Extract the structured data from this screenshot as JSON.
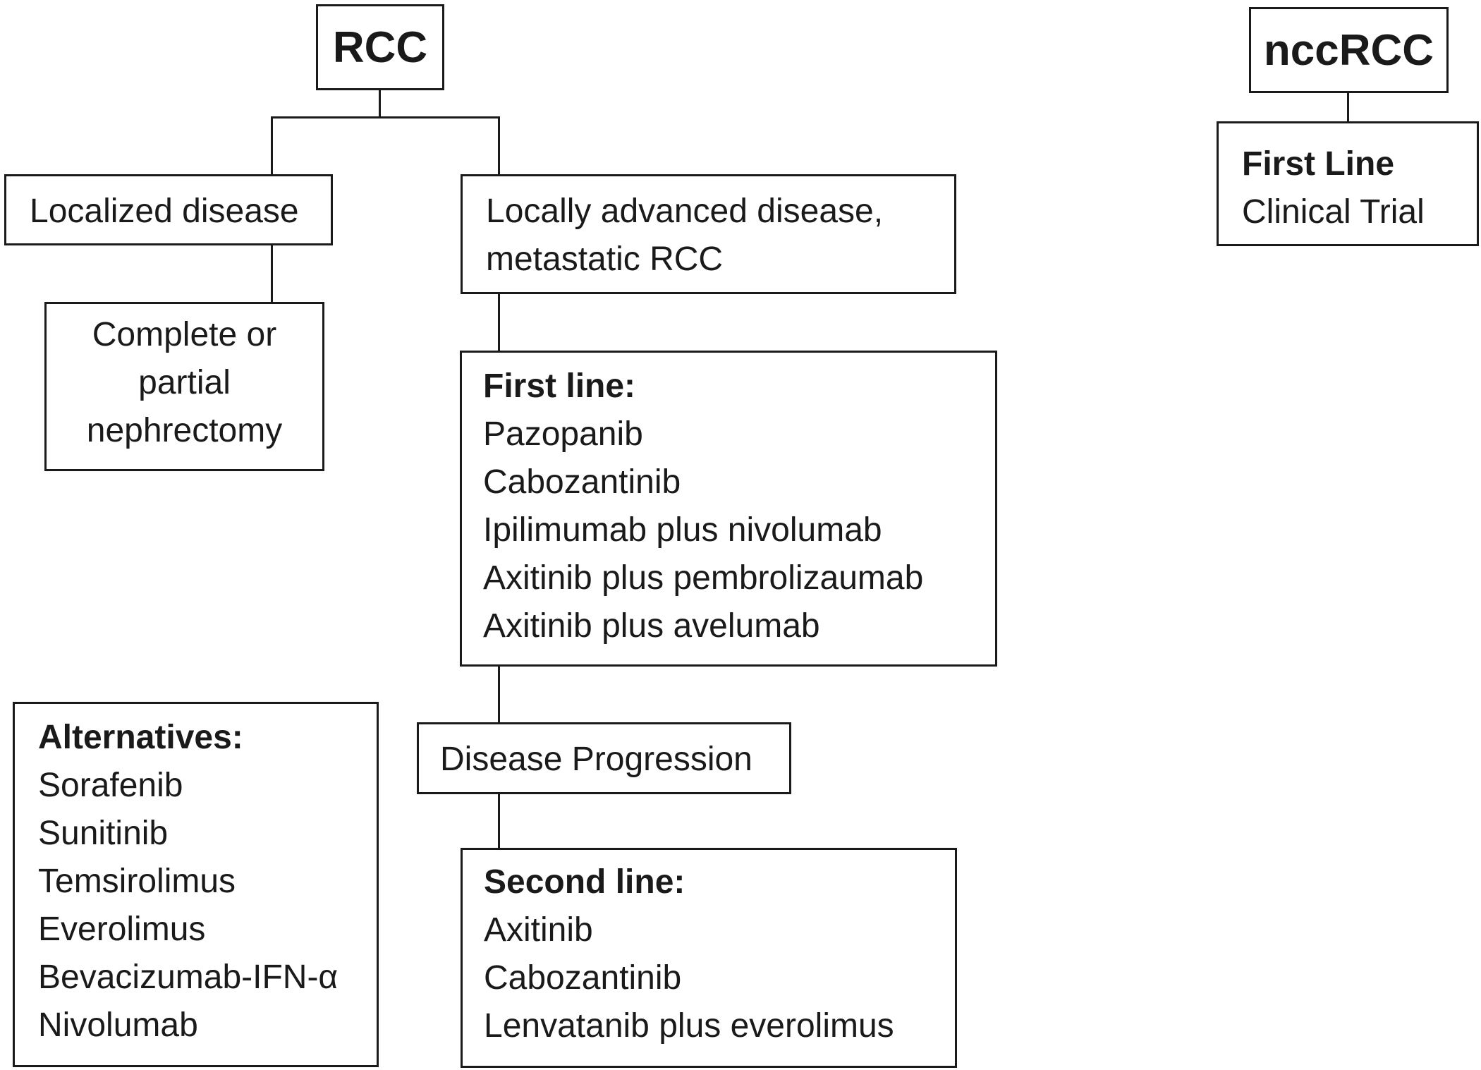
{
  "rcc": "RCC",
  "ncc": {
    "title": "nccRCC",
    "heading": "First Line",
    "text": "Clinical Trial"
  },
  "localized": "Localized disease",
  "nephrectomy": [
    "Complete or",
    "partial",
    "nephrectomy"
  ],
  "advanced": [
    "Locally advanced disease,",
    "metastatic RCC"
  ],
  "first_line": {
    "heading": "First line:",
    "items": [
      "Pazopanib",
      "Cabozantinib",
      "Ipilimumab plus nivolumab",
      "Axitinib plus pembrolizaumab",
      "Axitinib plus avelumab"
    ]
  },
  "progression": "Disease Progression",
  "alternatives": {
    "heading": "Alternatives:",
    "items": [
      "Sorafenib",
      "Sunitinib",
      "Temsirolimus",
      "Everolimus",
      "Bevacizumab-IFN-α",
      "Nivolumab"
    ]
  },
  "second_line": {
    "heading": "Second line:",
    "items": [
      "Axitinib",
      "Cabozantinib",
      "Lenvatanib plus everolimus"
    ]
  }
}
